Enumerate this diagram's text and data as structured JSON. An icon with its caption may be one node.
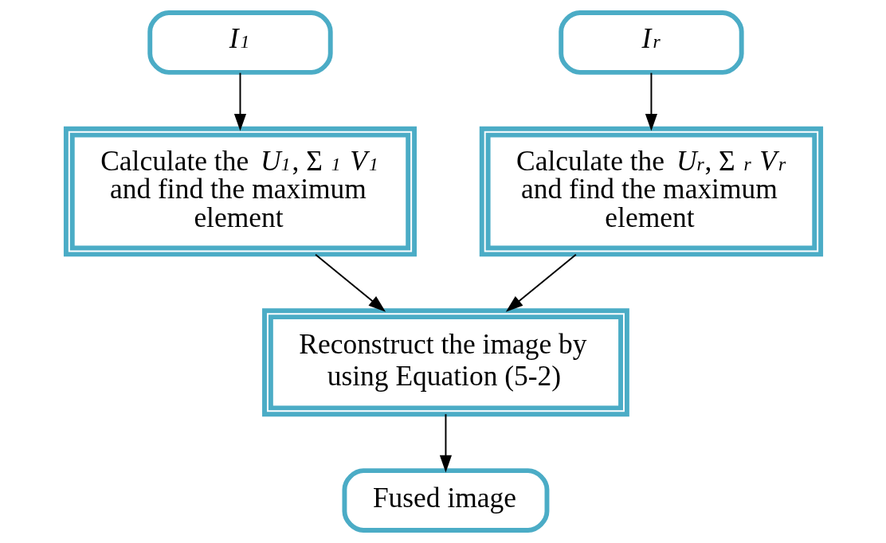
{
  "diagram": {
    "nodes": [
      {
        "text": [
          "*I*$_{1}$"
        ]
      },
      {
        "text": [
          "*I*$_{r}$"
        ]
      },
      {
        "text": [
          "Calculate the *U*$_{1}$, Σ $_{1}$ *V*$_{1}$ and find the maximum element"
        ]
      },
      {
        "text": [
          "Calculate the *U*$_{r}$, Σ $_{r}$ *V*$_{r}$ and find the maximum element"
        ]
      },
      {
        "text": [
          "Reconstruct the image by using Equation (5-2)"
        ]
      },
      {
        "text": [
          "Fused image"
        ]
      }
    ],
    "edges": [
      {
        "from": 0,
        "to": 2,
        "arrow": "to"
      },
      {
        "from": 1,
        "to": 3,
        "arrow": "to"
      },
      {
        "from": 2,
        "to": 4,
        "arrow": "to"
      },
      {
        "from": 3,
        "to": 4,
        "arrow": "to"
      },
      {
        "from": 4,
        "to": 5,
        "arrow": "to"
      }
    ]
  }
}
